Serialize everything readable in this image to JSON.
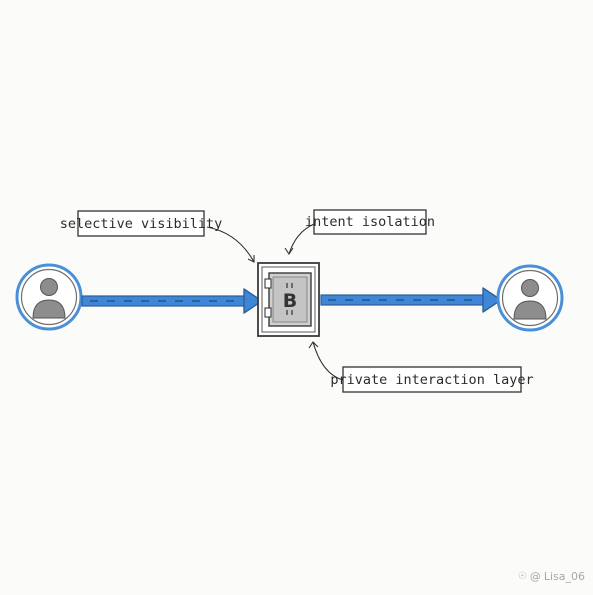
{
  "labels": {
    "selective_visibility": "selective visibility",
    "intent_isolation": "intent isolation",
    "private_interaction_layer": "private interaction layer"
  },
  "vault": {
    "symbol": "B"
  },
  "watermark": {
    "icon": "lightning-icon",
    "at": "@",
    "handle": "Lisa_06"
  },
  "colors": {
    "arrow_blue": "#3f86d6",
    "arrow_outline": "#2f5f98",
    "user_ring": "#4a8fd8",
    "user_figure": "#8d8d8d",
    "vault_fill": "#cfcfcf",
    "stroke": "#3a3a3a"
  }
}
